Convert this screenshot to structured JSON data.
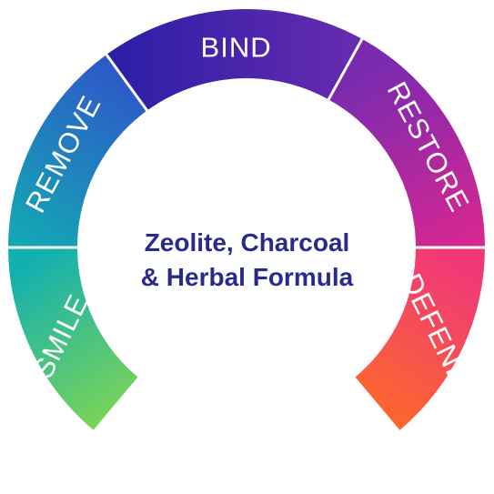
{
  "center": {
    "line1": "Zeolite, Charcoal",
    "line2": "& Herbal Formula",
    "color": "#2a2a8c"
  },
  "segments": [
    {
      "label": "SMILE",
      "colors": [
        "#8bd94a",
        "#12b0b0"
      ]
    },
    {
      "label": "REMOVE",
      "colors": [
        "#12a9b4",
        "#2f55c9"
      ]
    },
    {
      "label": "BIND",
      "colors": [
        "#2c1fa6",
        "#6b2bb0"
      ]
    },
    {
      "label": "RESTORE",
      "colors": [
        "#7a2ab0",
        "#e0268e"
      ]
    },
    {
      "label": "DEFEND",
      "colors": [
        "#f03879",
        "#ff7418"
      ]
    }
  ]
}
